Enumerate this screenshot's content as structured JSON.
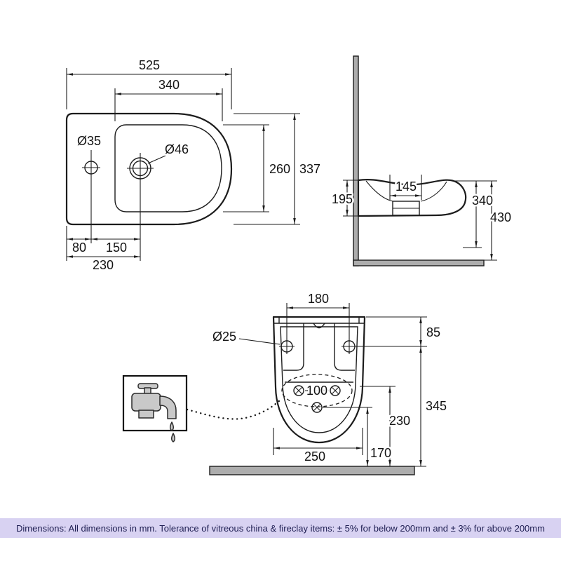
{
  "plan_view": {
    "overall_width": "525",
    "bowl_width": "340",
    "tap_hole_diameter": "Ø35",
    "drain_diameter": "Ø46",
    "bowl_depth": "260",
    "overall_depth": "337",
    "edge_to_tap": "80",
    "tap_to_drain": "150",
    "edge_to_drain": "230"
  },
  "side_view": {
    "inlet_width": "145",
    "body_height": "195",
    "lower_height": "340",
    "overall_height": "430"
  },
  "front_view": {
    "fixing_centres": "180",
    "fixing_hole_diameter": "Ø25",
    "top_to_fixing": "85",
    "outlet_centres": "100",
    "fixing_to_floor": "345",
    "rim_to_floor": "230",
    "outlet_to_floor": "170",
    "base_width": "250"
  },
  "footer": {
    "text": "Dimensions: All dimensions in mm. Tolerance of vitreous china & fireclay items: ± 5% for below 200mm and ± 3% for above 200mm"
  },
  "colors": {
    "line": "#1c1c1c",
    "section_gray": "#adadad",
    "footer_bar": "#d8d2f2",
    "footer_text": "#1e1e52"
  }
}
